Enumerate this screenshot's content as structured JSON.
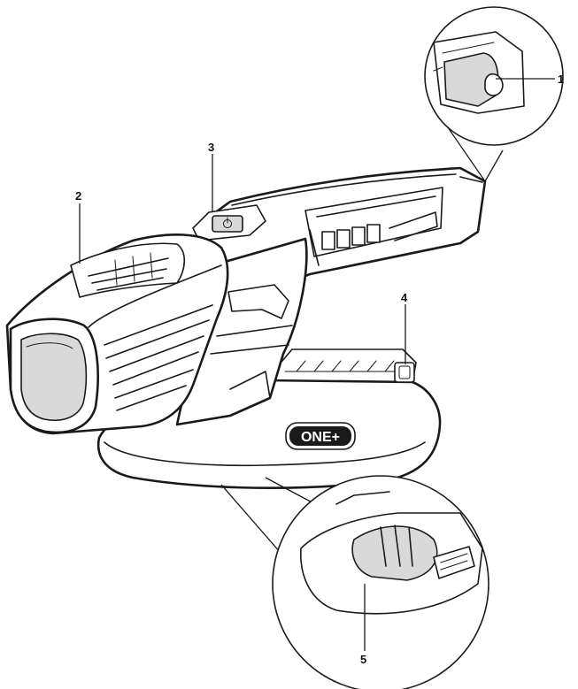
{
  "callouts": [
    {
      "number": "1"
    },
    {
      "number": "2"
    },
    {
      "number": "3"
    },
    {
      "number": "4"
    },
    {
      "number": "5"
    }
  ],
  "logo_text": "ONE+"
}
